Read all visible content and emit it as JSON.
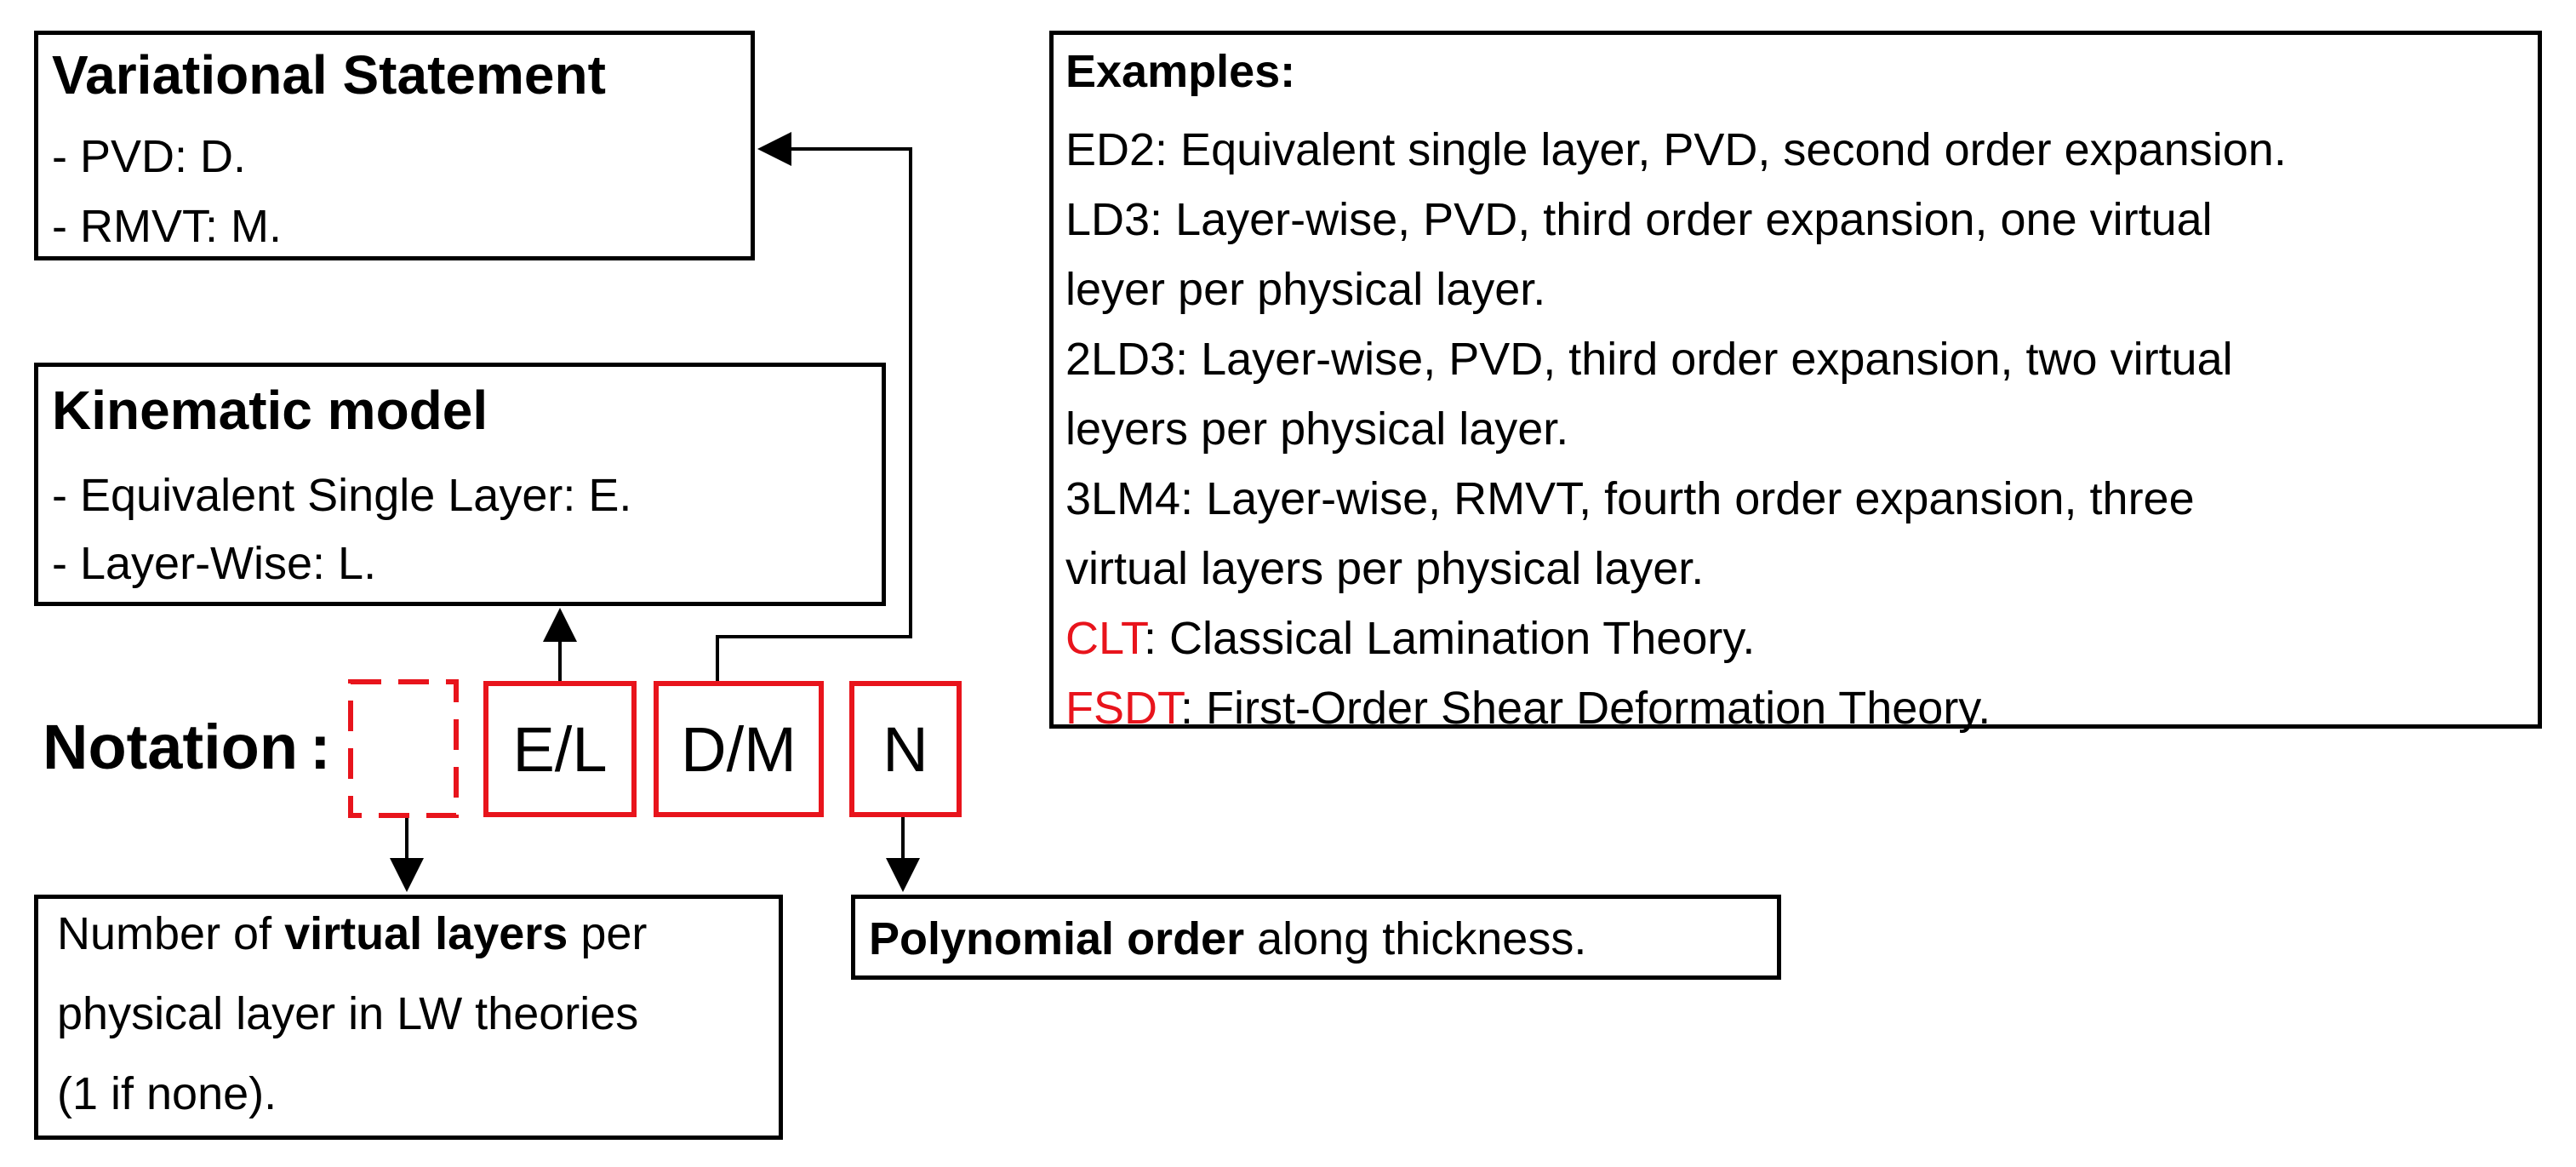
{
  "variational": {
    "title": "Variational Statement",
    "items": [
      "- PVD: D.",
      "- RMVT: M."
    ]
  },
  "kinematic": {
    "title": "Kinematic model",
    "items": [
      "- Equivalent Single Layer: E.",
      "- Layer-Wise: L."
    ]
  },
  "examples": {
    "title": "Examples:",
    "lines": [
      "ED2: Equivalent single layer, PVD, second order expansion.",
      "LD3: Layer-wise, PVD, third order expansion, one virtual",
      "leyer per physical layer.",
      "2LD3: Layer-wise, PVD, third order expansion, two virtual",
      "leyers per physical layer.",
      "3LM4: Layer-wise, RMVT, fourth order expansion, three",
      "virtual layers per physical layer."
    ],
    "clt_abbr": "CLT",
    "clt_desc": ": Classical Lamination Theory.",
    "fsdt_abbr": "FSDT",
    "fsdt_desc": ": First-Order Shear Deformation Theory."
  },
  "notation": {
    "label": "Notation",
    "colon": ":",
    "slots": [
      "",
      "E/L",
      "D/M",
      "N"
    ]
  },
  "virtual_layers": {
    "pre": "Number of ",
    "bold": "virtual layers",
    "post": " per",
    "line2": "physical layer in LW theories",
    "line3": "(1 if none)."
  },
  "polynomial": {
    "bold": "Polynomial order",
    "post": " along thickness."
  },
  "colors": {
    "accent_red": "#e8141c",
    "stroke": "#000000"
  }
}
